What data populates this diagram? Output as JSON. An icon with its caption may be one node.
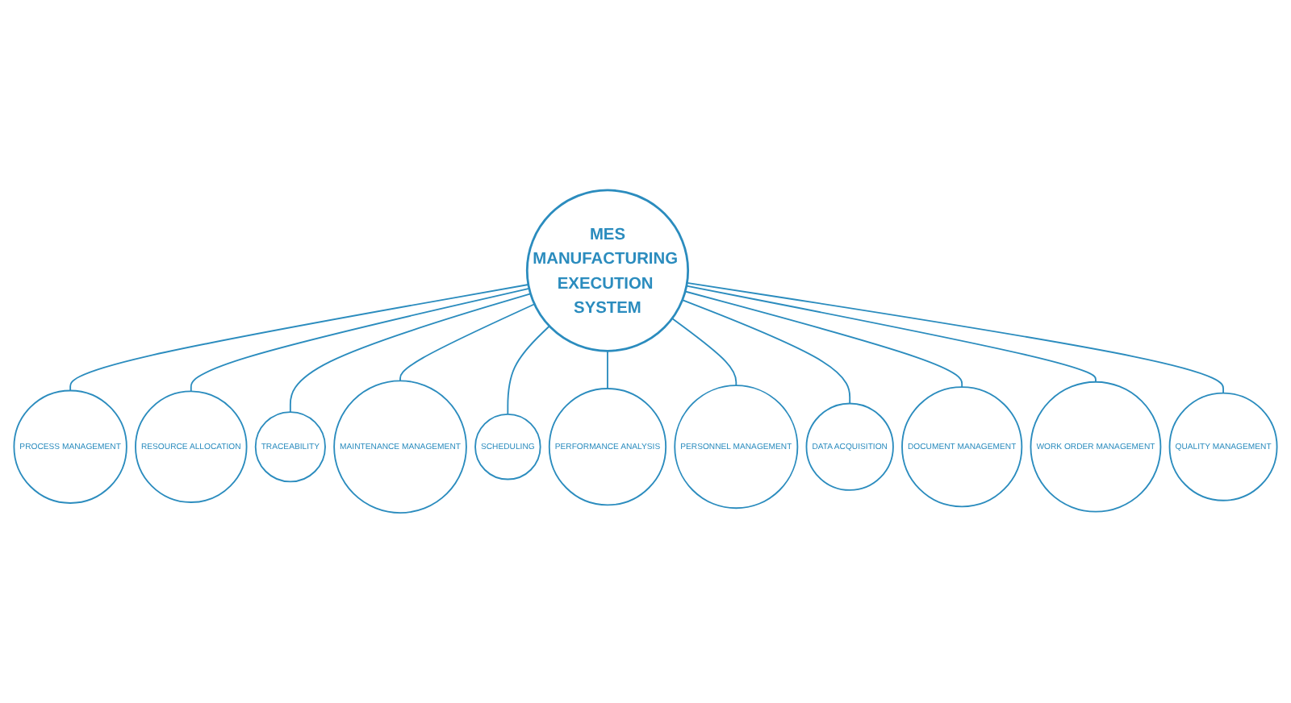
{
  "diagram": {
    "nodes": [
      {
        "text": [
          "MES",
          "MANUFACTURING EXECUTION SYSTEM"
        ]
      },
      {
        "text": [
          "PROCESS MANAGEMENT"
        ]
      },
      {
        "text": [
          "RESOURCE ALLOCATION"
        ]
      },
      {
        "text": [
          "TRACEABILITY"
        ]
      },
      {
        "text": [
          "MAINTENANCE MANAGEMENT"
        ]
      },
      {
        "text": [
          "SCHEDULING"
        ]
      },
      {
        "text": [
          "PERFORMANCE ANALYSIS"
        ]
      },
      {
        "text": [
          "PERSONNEL MANAGEMENT"
        ]
      },
      {
        "text": [
          "DATA ACQUISITION"
        ]
      },
      {
        "text": [
          "DOCUMENT MANAGEMENT"
        ]
      },
      {
        "text": [
          "WORK ORDER MANAGEMENT"
        ]
      },
      {
        "text": [
          "QUALITY MANAGEMENT"
        ]
      }
    ],
    "edges": [
      {
        "from": 0,
        "to": 1,
        "arrow": "none"
      },
      {
        "from": 0,
        "to": 2,
        "arrow": "none"
      },
      {
        "from": 0,
        "to": 3,
        "arrow": "none"
      },
      {
        "from": 0,
        "to": 4,
        "arrow": "none"
      },
      {
        "from": 0,
        "to": 5,
        "arrow": "none"
      },
      {
        "from": 0,
        "to": 6,
        "arrow": "none"
      },
      {
        "from": 0,
        "to": 7,
        "arrow": "none"
      },
      {
        "from": 0,
        "to": 8,
        "arrow": "none"
      },
      {
        "from": 0,
        "to": 9,
        "arrow": "none"
      },
      {
        "from": 0,
        "to": 10,
        "arrow": "none"
      },
      {
        "from": 0,
        "to": 11,
        "arrow": "none"
      }
    ]
  }
}
